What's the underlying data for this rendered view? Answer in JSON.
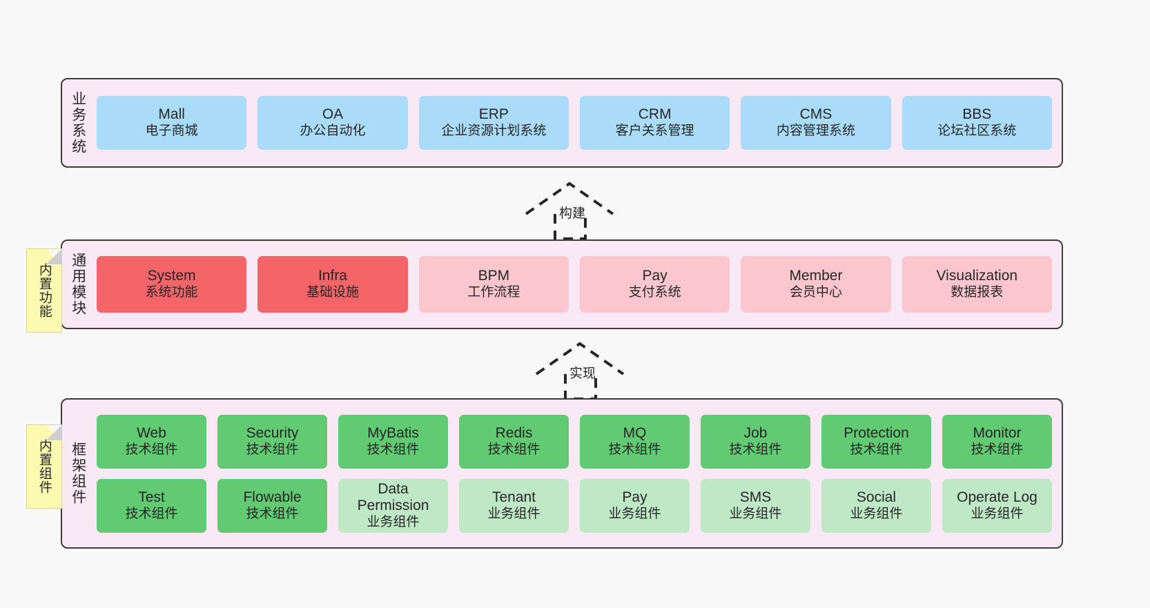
{
  "page": {
    "background": "#f8f8f8",
    "panel_bg": "#f8e9f4",
    "panel_border": "#3c3c3c"
  },
  "colors": {
    "business": "#aadcfa",
    "module_core": "#f4656a",
    "module_light": "#fbc6cd",
    "tech_component": "#61ca72",
    "biz_component": "#bfe8c6",
    "note": "#fcfab0"
  },
  "notes": [
    {
      "id": "note-builtin-function",
      "text": "内置功能"
    },
    {
      "id": "note-builtin-component",
      "text": "内置组件"
    }
  ],
  "connectors": [
    {
      "id": "connector-build",
      "label": "构建"
    },
    {
      "id": "connector-implement",
      "label": "实现"
    }
  ],
  "layers": [
    {
      "id": "business-system",
      "title": "业务系统",
      "rows": [
        {
          "nodes": [
            {
              "name": "Mall",
              "sub": "电子商城",
              "style": "c-blue"
            },
            {
              "name": "OA",
              "sub": "办公自动化",
              "style": "c-blue"
            },
            {
              "name": "ERP",
              "sub": "企业资源计划系统",
              "style": "c-blue"
            },
            {
              "name": "CRM",
              "sub": "客户关系管理",
              "style": "c-blue"
            },
            {
              "name": "CMS",
              "sub": "内容管理系统",
              "style": "c-blue"
            },
            {
              "name": "BBS",
              "sub": "论坛社区系统",
              "style": "c-blue"
            }
          ]
        }
      ]
    },
    {
      "id": "common-module",
      "title": "通用模块",
      "rows": [
        {
          "nodes": [
            {
              "name": "System",
              "sub": "系统功能",
              "style": "c-red"
            },
            {
              "name": "Infra",
              "sub": "基础设施",
              "style": "c-red"
            },
            {
              "name": "BPM",
              "sub": "工作流程",
              "style": "c-red-light"
            },
            {
              "name": "Pay",
              "sub": "支付系统",
              "style": "c-red-light"
            },
            {
              "name": "Member",
              "sub": "会员中心",
              "style": "c-red-light"
            },
            {
              "name": "Visualization",
              "sub": "数据报表",
              "style": "c-red-light"
            }
          ]
        }
      ]
    },
    {
      "id": "framework-component",
      "title": "框架组件",
      "rows": [
        {
          "nodes": [
            {
              "name": "Web",
              "sub": "技术组件",
              "style": "c-green"
            },
            {
              "name": "Security",
              "sub": "技术组件",
              "style": "c-green"
            },
            {
              "name": "MyBatis",
              "sub": "技术组件",
              "style": "c-green"
            },
            {
              "name": "Redis",
              "sub": "技术组件",
              "style": "c-green"
            },
            {
              "name": "MQ",
              "sub": "技术组件",
              "style": "c-green"
            },
            {
              "name": "Job",
              "sub": "技术组件",
              "style": "c-green"
            },
            {
              "name": "Protection",
              "sub": "技术组件",
              "style": "c-green"
            },
            {
              "name": "Monitor",
              "sub": "技术组件",
              "style": "c-green"
            }
          ]
        },
        {
          "nodes": [
            {
              "name": "Test",
              "sub": "技术组件",
              "style": "c-green"
            },
            {
              "name": "Flowable",
              "sub": "技术组件",
              "style": "c-green"
            },
            {
              "name": "Data Permission",
              "sub": "业务组件",
              "style": "c-green-light"
            },
            {
              "name": "Tenant",
              "sub": "业务组件",
              "style": "c-green-light"
            },
            {
              "name": "Pay",
              "sub": "业务组件",
              "style": "c-green-light"
            },
            {
              "name": "SMS",
              "sub": "业务组件",
              "style": "c-green-light"
            },
            {
              "name": "Social",
              "sub": "业务组件",
              "style": "c-green-light"
            },
            {
              "name": "Operate Log",
              "sub": "业务组件",
              "style": "c-green-light"
            }
          ]
        }
      ]
    }
  ]
}
